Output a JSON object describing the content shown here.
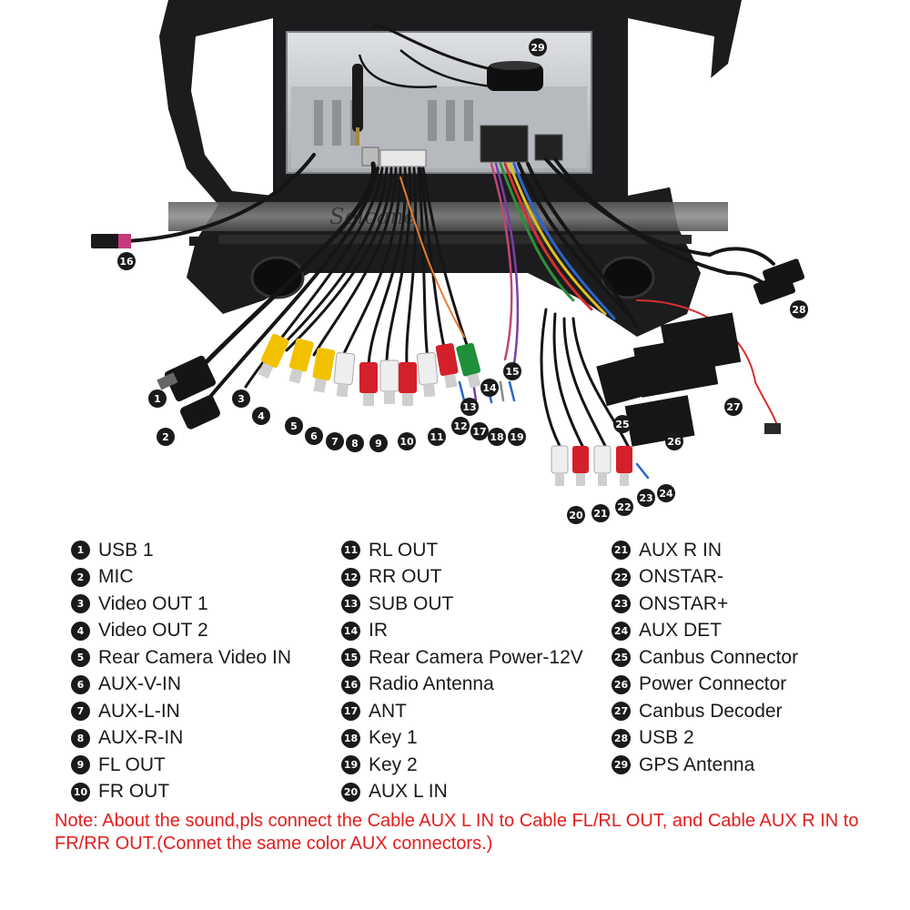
{
  "diagram": {
    "watermark": "Seicane",
    "callouts": [
      {
        "num": "1"
      },
      {
        "num": "2"
      },
      {
        "num": "3"
      },
      {
        "num": "4"
      },
      {
        "num": "5"
      },
      {
        "num": "6"
      },
      {
        "num": "7"
      },
      {
        "num": "8"
      },
      {
        "num": "9"
      },
      {
        "num": "10"
      },
      {
        "num": "11"
      },
      {
        "num": "12"
      },
      {
        "num": "13"
      },
      {
        "num": "14"
      },
      {
        "num": "15"
      },
      {
        "num": "16"
      },
      {
        "num": "17"
      },
      {
        "num": "18"
      },
      {
        "num": "19"
      },
      {
        "num": "20"
      },
      {
        "num": "21"
      },
      {
        "num": "22"
      },
      {
        "num": "23"
      },
      {
        "num": "24"
      },
      {
        "num": "25"
      },
      {
        "num": "26"
      },
      {
        "num": "27"
      },
      {
        "num": "28"
      },
      {
        "num": "29"
      }
    ]
  },
  "legend": {
    "columns": [
      [
        {
          "num": "1",
          "label": "USB 1"
        },
        {
          "num": "2",
          "label": "MIC"
        },
        {
          "num": "3",
          "label": "Video OUT 1"
        },
        {
          "num": "4",
          "label": "Video OUT 2"
        },
        {
          "num": "5",
          "label": "Rear Camera Video IN"
        },
        {
          "num": "6",
          "label": "AUX-V-IN"
        },
        {
          "num": "7",
          "label": "AUX-L-IN"
        },
        {
          "num": "8",
          "label": "AUX-R-IN"
        },
        {
          "num": "9",
          "label": "FL OUT"
        },
        {
          "num": "10",
          "label": "FR OUT"
        }
      ],
      [
        {
          "num": "11",
          "label": "RL OUT"
        },
        {
          "num": "12",
          "label": "RR OUT"
        },
        {
          "num": "13",
          "label": "SUB OUT"
        },
        {
          "num": "14",
          "label": "IR"
        },
        {
          "num": "15",
          "label": "Rear Camera Power-12V"
        },
        {
          "num": "16",
          "label": "Radio Antenna"
        },
        {
          "num": "17",
          "label": "ANT"
        },
        {
          "num": "18",
          "label": "Key 1"
        },
        {
          "num": "19",
          "label": "Key 2"
        },
        {
          "num": "20",
          "label": "AUX L IN"
        }
      ],
      [
        {
          "num": "21",
          "label": "AUX R IN"
        },
        {
          "num": "22",
          "label": "ONSTAR-"
        },
        {
          "num": "23",
          "label": "ONSTAR+"
        },
        {
          "num": "24",
          "label": "AUX DET"
        },
        {
          "num": "25",
          "label": "Canbus Connector"
        },
        {
          "num": "26",
          "label": "Power Connector"
        },
        {
          "num": "27",
          "label": "Canbus Decoder"
        },
        {
          "num": "28",
          "label": "USB 2"
        },
        {
          "num": "29",
          "label": "GPS Antenna"
        }
      ]
    ]
  },
  "note": {
    "text": "Note: About the sound,pls connect the Cable AUX L IN to Cable FL/RL OUT, and Cable AUX R IN to  FR/RR OUT.(Connet the same color AUX connectors.)"
  },
  "colors": {
    "note": "#e41d1d",
    "callout": "#1a1a1a",
    "frame": "#1c1c1e",
    "chassis": "#c9ccd0",
    "rca_yellow": "#f2c200",
    "rca_red": "#d4202a",
    "rca_white": "#eeeeee",
    "rca_green": "#1f8f3a"
  }
}
